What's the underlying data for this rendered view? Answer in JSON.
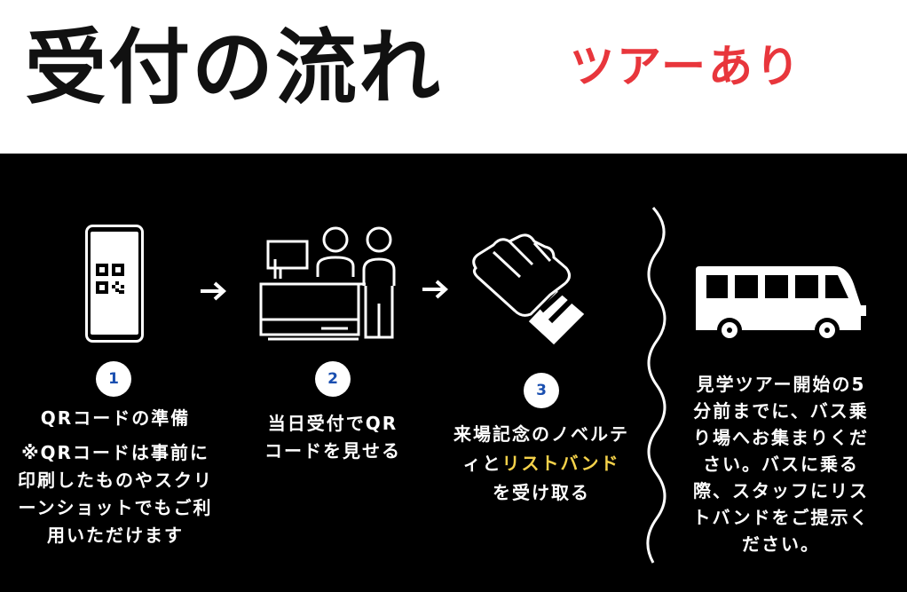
{
  "header": {
    "title": "受付の流れ",
    "subtitle": "ツアーあり"
  },
  "colors": {
    "accent_red": "#e8363c",
    "highlight_yellow": "#f5d24a",
    "number_blue": "#1a4fb0"
  },
  "steps": [
    {
      "number": "1",
      "title": "QRコードの準備",
      "note_lines": [
        "※QRコードは事前に",
        "印刷したものやスクリ",
        "ーンショットでもご利",
        "用いただけます"
      ],
      "icon": "smartphone-qr-icon"
    },
    {
      "number": "2",
      "lines": [
        "当日受付でQR",
        "コードを見せる"
      ],
      "icon": "reception-desk-icon"
    },
    {
      "number": "3",
      "line1": "来場記念のノベルテ",
      "line2_pre": "ィと",
      "line2_highlight": "リストバンド",
      "line3": "を受け取る",
      "icon": "wristband-hand-icon"
    }
  ],
  "bus_note": {
    "lines": [
      "見学ツアー開始の5",
      "分前までに、バス乗",
      "り場へお集まりくだ",
      "さい。バスに乗る",
      "際、スタッフにリス",
      "トバンドをご提示く",
      "ださい。"
    ],
    "icon": "bus-icon"
  }
}
